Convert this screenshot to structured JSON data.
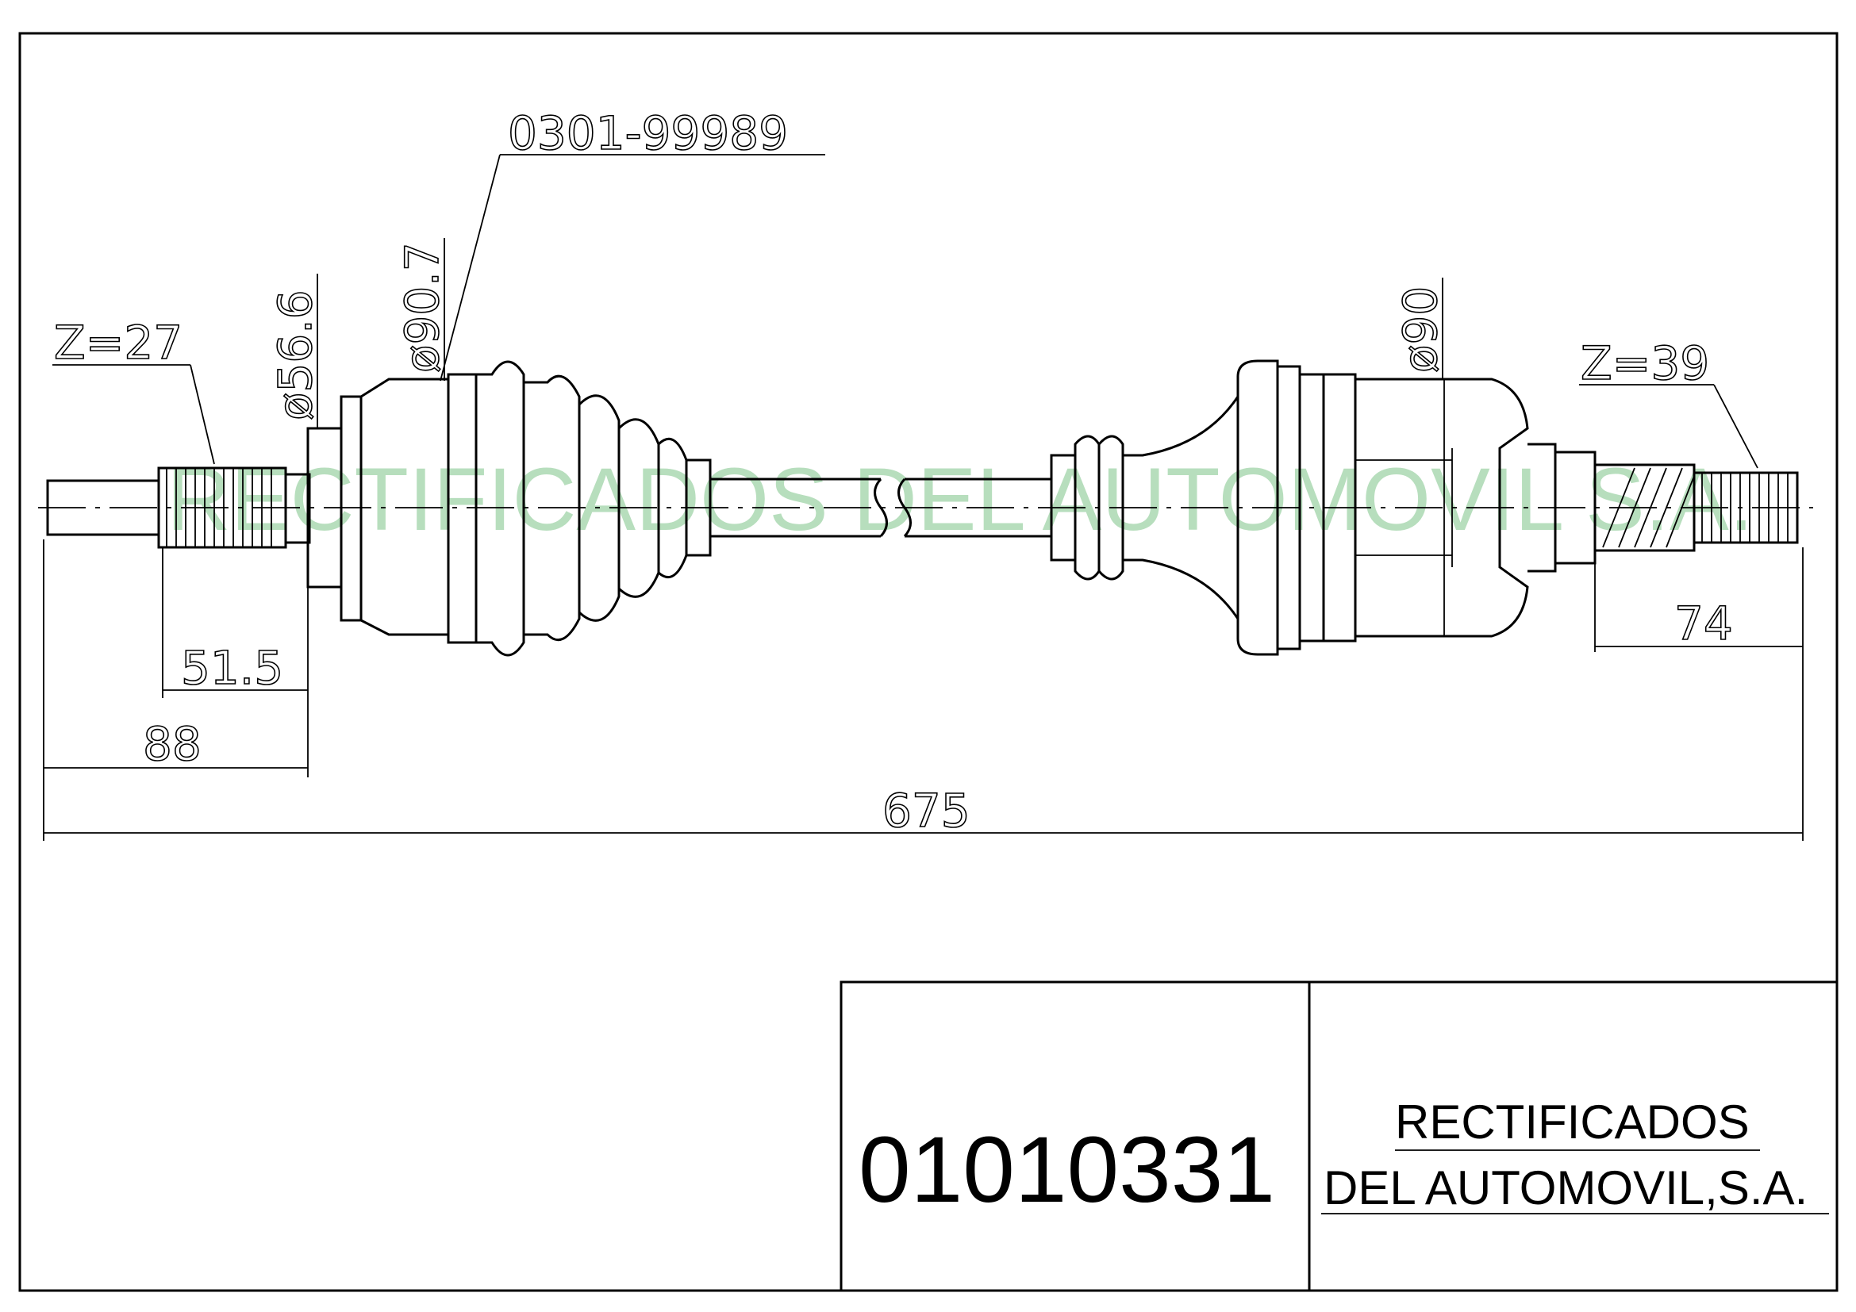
{
  "drawing": {
    "reference_code": "0301-99989",
    "watermark": "RECTIFICADOS DEL AUTOMOVIL S.A.",
    "labels": {
      "teeth_left": "Z=27",
      "teeth_right": "Z=39",
      "dia_left_small": "ø56.6",
      "dia_left_large": "ø90.7",
      "dia_right": "ø90"
    },
    "dimensions": {
      "left_spline": "51.5",
      "left_end": "88",
      "overall": "675",
      "right_spline": "74"
    }
  },
  "title_block": {
    "part_number": "01010331",
    "company_line1": "RECTIFICADOS",
    "company_line2": "DEL AUTOMOVIL,S.A."
  }
}
